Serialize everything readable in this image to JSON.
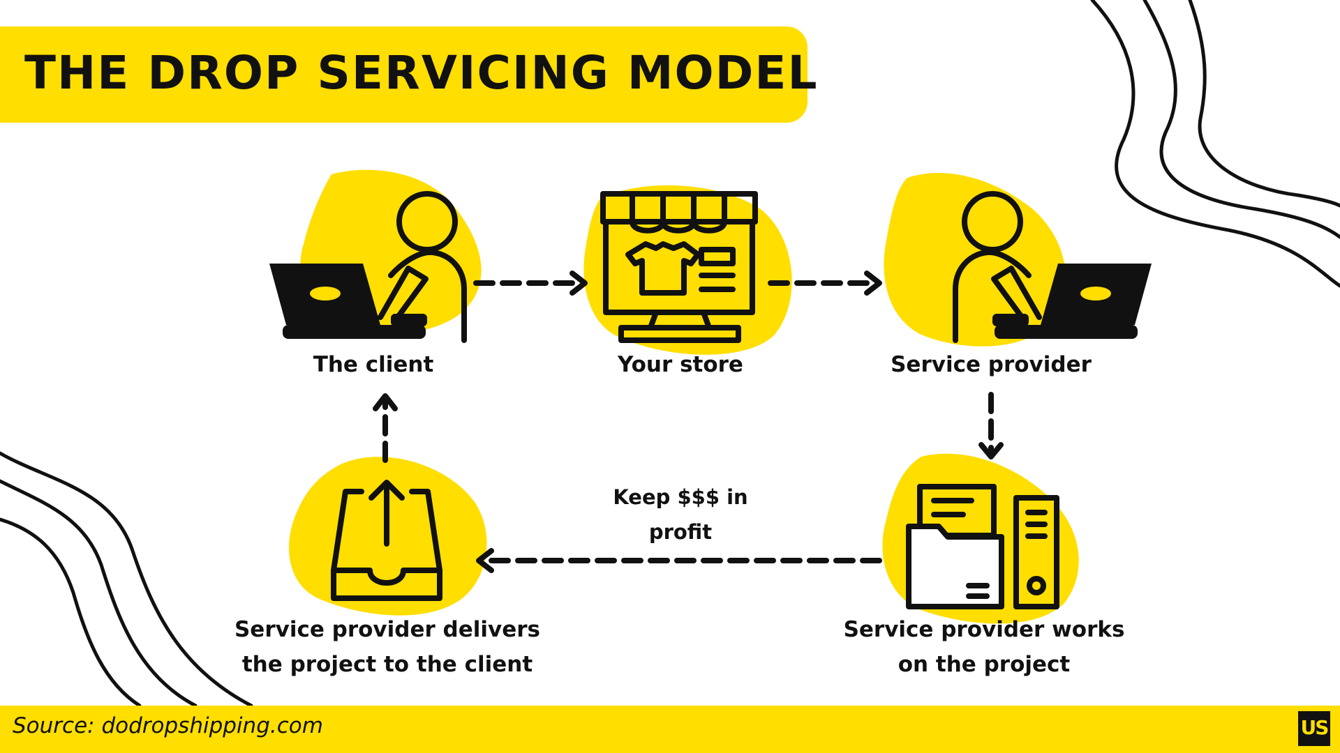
{
  "title": "THE DROP SERVICING MODEL",
  "nodes": {
    "client": {
      "label": "The client",
      "icon": "client-laptop-icon"
    },
    "store": {
      "label": "Your store",
      "icon": "online-store-icon"
    },
    "provider": {
      "label": "Service provider",
      "icon": "provider-laptop-icon"
    },
    "works": {
      "label_line1": "Service provider works",
      "label_line2": "on the project",
      "icon": "folder-files-icon"
    },
    "delivers": {
      "label_line1": "Service provider delivers",
      "label_line2": "the project to the client",
      "icon": "inbox-upload-icon"
    }
  },
  "edges": {
    "profit_line1": "Keep $$$ in",
    "profit_line2": "profit"
  },
  "footer": {
    "source": "Source: dodropshipping.com",
    "logo_text": "US"
  },
  "colors": {
    "accent": "#ffde00",
    "ink": "#111111",
    "background": "#ffffff"
  }
}
